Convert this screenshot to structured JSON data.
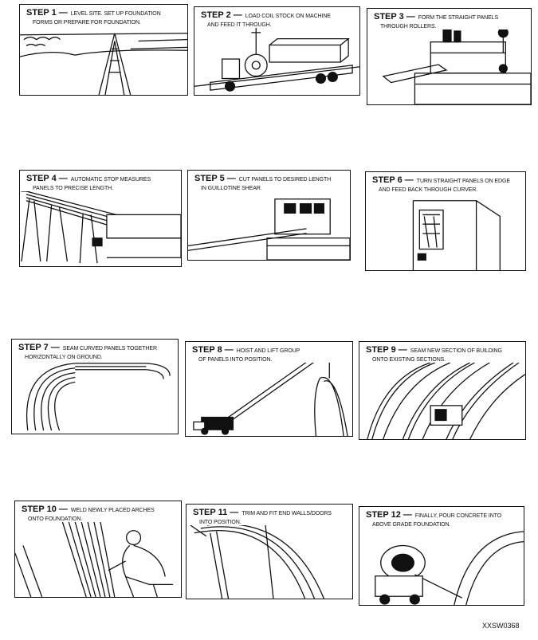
{
  "steps": [
    {
      "label": "STEP 1 —",
      "line1": "LEVEL SITE. SET UP FOUNDATION",
      "line2": "FORMS OR PREPARE FOR FOUNDATION."
    },
    {
      "label": "STEP 2 —",
      "line1": "LOAD COIL STOCK ON MACHINE",
      "line2": "AND FEED IT THROUGH."
    },
    {
      "label": "STEP 3 —",
      "line1": "FORM THE STRAIGHT PANELS",
      "line2": "THROUGH ROLLERS."
    },
    {
      "label": "STEP 4 —",
      "line1": "AUTOMATIC STOP MEASURES",
      "line2": "PANELS TO PRECISE LENGTH."
    },
    {
      "label": "STEP 5 —",
      "line1": "CUT PANELS TO DESIRED LENGTH",
      "line2": "IN GUILLOTINE SHEAR."
    },
    {
      "label": "STEP 6 —",
      "line1": "TURN STRAIGHT PANELS ON EDGE",
      "line2": "AND FEED BACK THROUGH CURVER."
    },
    {
      "label": "STEP 7 —",
      "line1": "SEAM CURVED PANELS TOGETHER",
      "line2": "HORIZONTALLY ON GROUND."
    },
    {
      "label": "STEP 8 —",
      "line1": "HOIST AND LIFT GROUP",
      "line2": "OF PANELS INTO POSITION."
    },
    {
      "label": "STEP 9 —",
      "line1": "SEAM NEW SECTION OF BUILDING",
      "line2": "ONTO EXISTING SECTIONS."
    },
    {
      "label": "STEP 10 —",
      "line1": "WELD NEWLY PLACED ARCHES",
      "line2": "ONTO FOUNDATION."
    },
    {
      "label": "STEP 11 —",
      "line1": "TRIM AND FIT END WALLS/DOORS",
      "line2": "INTO POSITION."
    },
    {
      "label": "STEP 12 —",
      "line1": "FINALLY, POUR CONCRETE INTO",
      "line2": "ABOVE GRADE FOUNDATION."
    }
  ],
  "figure_id": "XXSW0368"
}
